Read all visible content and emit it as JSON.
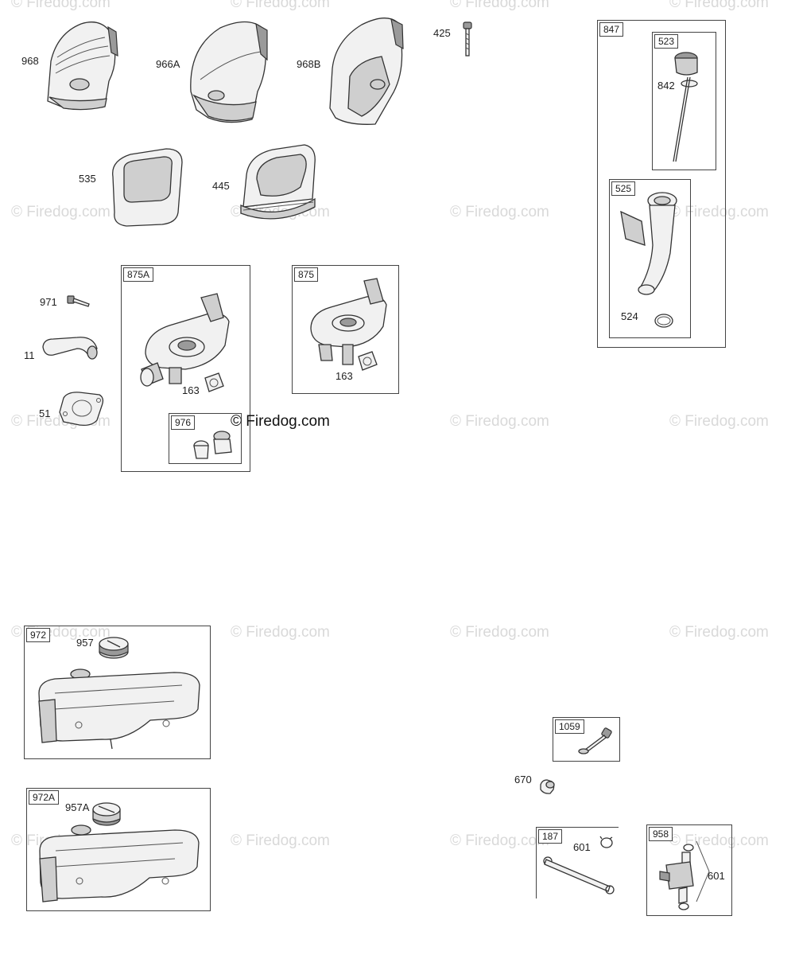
{
  "watermark": "© Firedog.com",
  "watermark_center": "© Firedog.com",
  "callouts": {
    "c968": "968",
    "c966A": "966A",
    "c968B": "968B",
    "c425": "425",
    "c535": "535",
    "c445": "445",
    "c971": "971",
    "c11": "11",
    "c51": "51",
    "c163a": "163",
    "c163b": "163",
    "c842": "842",
    "c524": "524",
    "c957": "957",
    "c957A": "957A",
    "c670": "670",
    "c601a": "601",
    "c601b": "601"
  },
  "kits": {
    "k875A": "875A",
    "k875": "875",
    "k976": "976",
    "k847": "847",
    "k523": "523",
    "k525": "525",
    "k972": "972",
    "k972A": "972A",
    "k1059": "1059",
    "k187": "187",
    "k958": "958"
  },
  "icons": [
    "blower-housing-icon",
    "air-filter-icon",
    "dipstick-icon",
    "oil-fill-tube-icon",
    "fuel-tank-icon",
    "fuel-cap-icon",
    "fuel-valve-icon",
    "fuel-line-icon",
    "bolt-icon",
    "gasket-icon",
    "elbow-icon"
  ]
}
